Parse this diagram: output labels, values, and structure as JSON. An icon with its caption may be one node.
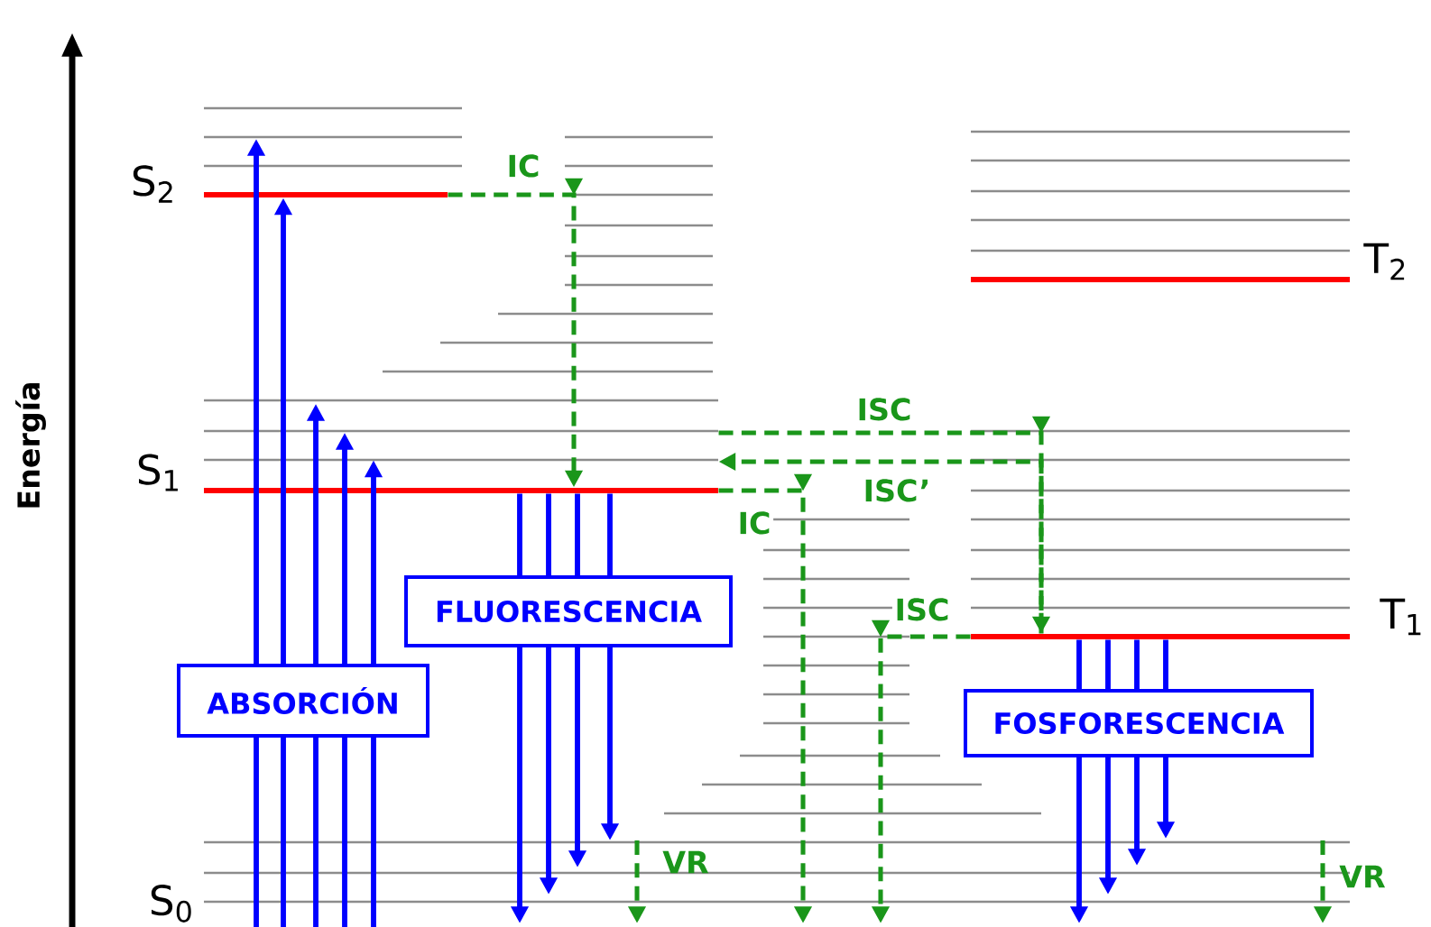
{
  "diagram": {
    "nodes": [
      {
        "text": [],
        "shape": "bar",
        "beside": [
          "S$_{2}$"
        ]
      },
      {
        "text": [],
        "shape": "bar",
        "beside": [
          "S$_{1}$"
        ]
      },
      {
        "text": [],
        "shape": "bar",
        "beside": [
          "T$_{2}$"
        ]
      },
      {
        "text": [],
        "shape": "bar",
        "beside": [
          "T$_{1}$"
        ]
      },
      {
        "text": [
          "ABSORCIÓN"
        ]
      },
      {
        "text": [
          "FLUORESCENCIA"
        ]
      },
      {
        "text": [
          "FOSFORESCENCIA"
        ]
      }
    ],
    "edges": [
      {
        "from": null,
        "to": 0,
        "arrow": "to"
      },
      {
        "from": 1,
        "to": null,
        "arrow": "to"
      },
      {
        "from": 1,
        "to": null,
        "arrow": "to"
      },
      {
        "from": 1,
        "to": null,
        "arrow": "to"
      },
      {
        "from": 1,
        "to": null,
        "arrow": "to"
      },
      {
        "from": 3,
        "to": null,
        "arrow": "to"
      },
      {
        "from": 3,
        "to": null,
        "arrow": "to"
      },
      {
        "from": 3,
        "to": null,
        "arrow": "to"
      },
      {
        "from": 3,
        "to": null,
        "arrow": "to"
      },
      {
        "from": 0,
        "to": 1,
        "arrow": "to",
        "label": "IC",
        "style": "dashed",
        "color": "#1a961a"
      },
      {
        "from": 1,
        "to": 3,
        "arrow": "to",
        "label": "ISC",
        "style": "dashed",
        "color": "#1a961a"
      },
      {
        "from": 3,
        "to": 1,
        "arrow": "to",
        "label": "ISC’",
        "style": "dashed",
        "color": "#1a961a"
      },
      {
        "from": 1,
        "to": null,
        "arrow": "to",
        "label": "IC",
        "style": "dashed",
        "color": "#1a961a"
      },
      {
        "from": 3,
        "to": null,
        "arrow": "to",
        "label": "ISC",
        "style": "dashed",
        "color": "#1a961a"
      },
      {
        "from": 4,
        "to": null,
        "arrow": "to"
      },
      {
        "from": 4,
        "to": null,
        "arrow": "to"
      },
      {
        "from": 4,
        "to": null,
        "arrow": "to"
      },
      {
        "from": 4,
        "to": 1,
        "arrow": "to"
      }
    ],
    "labels": [
      "Energía",
      "S$_{0}$",
      "VR",
      "VR"
    ]
  }
}
